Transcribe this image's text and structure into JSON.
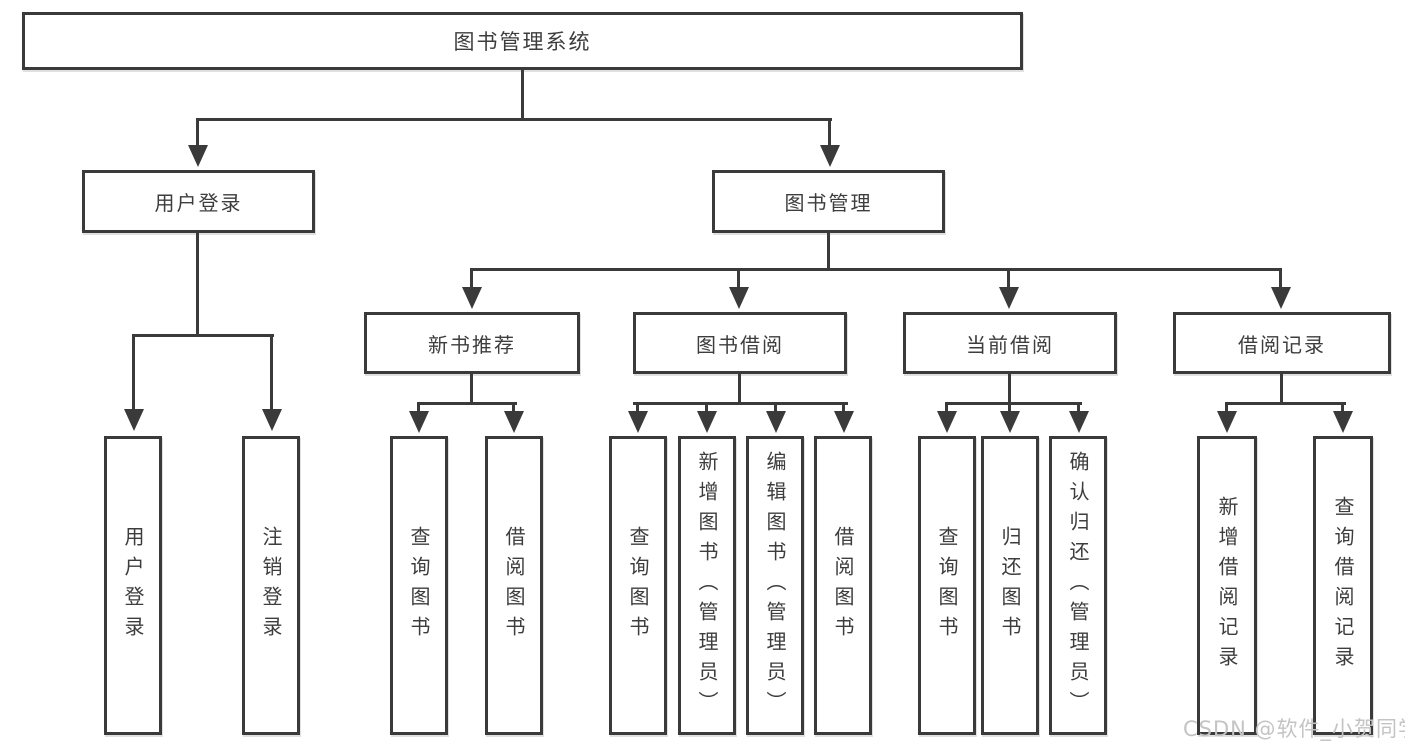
{
  "diagram": {
    "root": {
      "label": "图书管理系统"
    },
    "branches": [
      {
        "label": "用户登录",
        "leaves": [
          {
            "label": "用户登录"
          },
          {
            "label": "注销登录"
          }
        ]
      },
      {
        "label": "图书管理",
        "groups": [
          {
            "label": "新书推荐",
            "leaves": [
              {
                "label": "查询图书"
              },
              {
                "label": "借阅图书"
              }
            ]
          },
          {
            "label": "图书借阅",
            "leaves": [
              {
                "label": "查询图书"
              },
              {
                "label": "新增图书（管理员）"
              },
              {
                "label": "编辑图书（管理员）"
              },
              {
                "label": "借阅图书"
              }
            ]
          },
          {
            "label": "当前借阅",
            "leaves": [
              {
                "label": "查询图书"
              },
              {
                "label": "归还图书"
              },
              {
                "label": "确认归还（管理员）"
              }
            ]
          },
          {
            "label": "借阅记录",
            "leaves": [
              {
                "label": "新增借阅记录"
              },
              {
                "label": "查询借阅记录"
              }
            ]
          }
        ]
      }
    ]
  },
  "watermark": {
    "text": "CSDN @软件_小贺同学",
    "color": "#c4c4c4"
  },
  "colors": {
    "line": "#3a3a3a",
    "box_border": "#3a3a3a",
    "text": "#3d3d3d",
    "background": "#ffffff"
  }
}
